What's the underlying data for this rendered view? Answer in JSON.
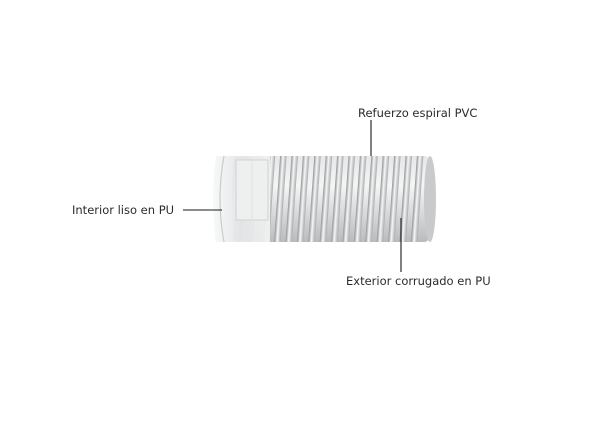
{
  "diagram": {
    "callouts": {
      "reinforcement": "Refuerzo espiral PVC",
      "interior": "Interior liso en PU",
      "exterior": "Exterior corrugado en PU"
    },
    "colors": {
      "hose_body": "#d9dbdc",
      "rib_highlight": "#f2f3f3",
      "rib_shadow": "#9a9d9f",
      "leader_line": "#1a1a1a",
      "label_text": "#2b2b2b"
    }
  }
}
